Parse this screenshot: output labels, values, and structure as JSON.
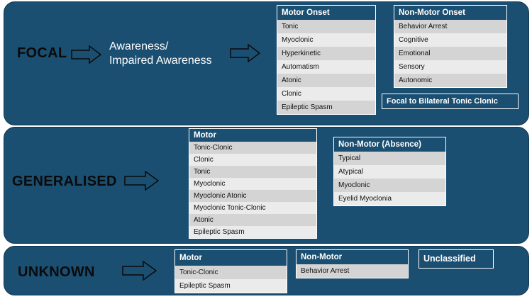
{
  "focal": {
    "title": "FOCAL",
    "awareness_line1": "Awareness/",
    "awareness_line2": "Impaired Awareness",
    "motor_onset": {
      "header": "Motor Onset",
      "items": [
        "Tonic",
        "Myoclonic",
        "Hyperkinetic",
        "Automatism",
        "Atonic",
        "Clonic",
        "Epileptic Spasm"
      ]
    },
    "non_motor_onset": {
      "header": "Non-Motor Onset",
      "items": [
        "Behavior Arrest",
        "Cognitive",
        "Emotional",
        "Sensory",
        "Autonomic"
      ]
    },
    "bilateral": "Focal to Bilateral Tonic Clonic"
  },
  "generalised": {
    "title": "GENERALISED",
    "motor": {
      "header": "Motor",
      "items": [
        "Tonic-Clonic",
        "Clonic",
        "Tonic",
        "Myoclonic",
        "Myoclonic Atonic",
        "Myoclonic Tonic-Clonic",
        "Atonic",
        "Epileptic Spasm"
      ]
    },
    "non_motor": {
      "header": "Non-Motor (Absence)",
      "items": [
        "Typical",
        "Atypical",
        "Myoclonic",
        "Eyelid Myoclonia"
      ]
    }
  },
  "unknown": {
    "title": "UNKNOWN",
    "motor": {
      "header": "Motor",
      "items": [
        "Tonic-Clonic",
        "Epileptic Spasm"
      ]
    },
    "non_motor": {
      "header": "Non-Motor",
      "items": [
        "Behavior Arrest"
      ]
    },
    "unclassified": "Unclassified"
  },
  "colors": {
    "band": "#1b4f72",
    "row_odd": "#d4d4d4",
    "row_even": "#ebebeb"
  },
  "icons": {
    "arrow": "right-arrow-outline-icon"
  }
}
